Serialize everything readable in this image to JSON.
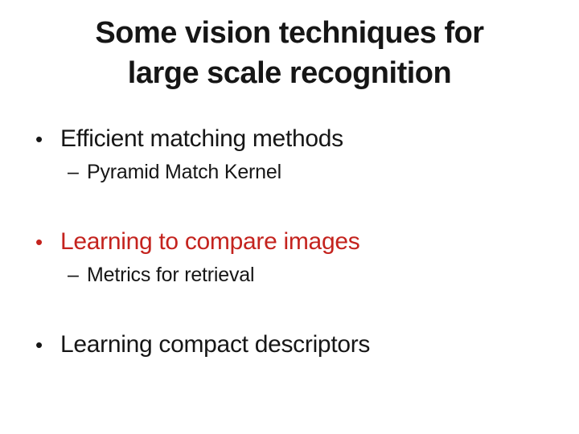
{
  "slide": {
    "title_lines": [
      "Some vision techniques for",
      "large scale recognition"
    ],
    "bullets": [
      {
        "level": 1,
        "text": "Efficient matching methods",
        "color": "#161616"
      },
      {
        "level": 2,
        "text": "Pyramid Match Kernel",
        "color": "#161616"
      },
      {
        "level": 1,
        "text": "Learning to compare images",
        "color": "#c4231e"
      },
      {
        "level": 2,
        "text": "Metrics for retrieval",
        "color": "#161616"
      },
      {
        "level": 1,
        "text": "Learning compact descriptors",
        "color": "#161616"
      }
    ],
    "markers": {
      "level1": "•",
      "level2": "–"
    },
    "colors": {
      "background": "#ffffff",
      "text": "#161616",
      "accent_red": "#c4231e"
    }
  }
}
